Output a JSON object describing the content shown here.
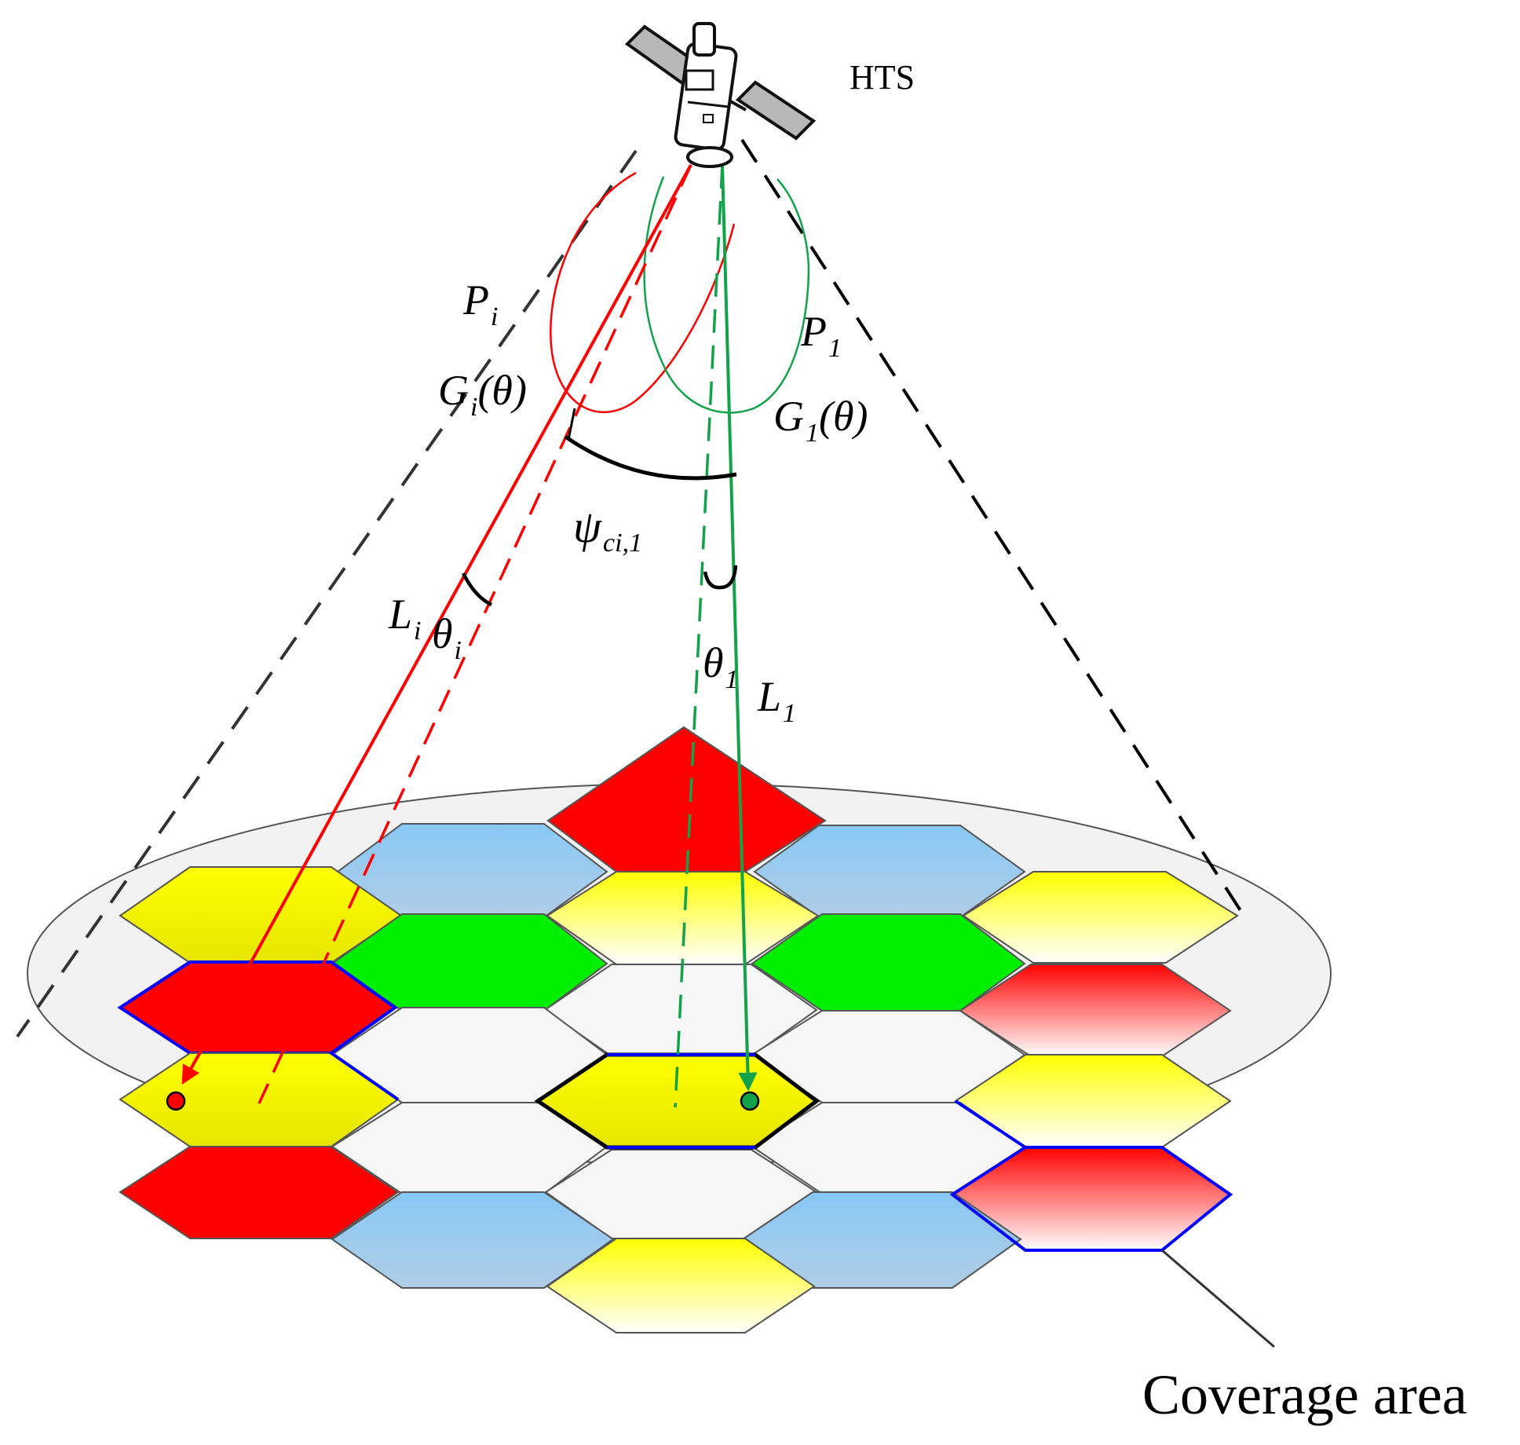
{
  "satellite": {
    "label": "HTS",
    "icon": "satellite-icon"
  },
  "beam_i": {
    "power": {
      "base": "P",
      "sub": "i"
    },
    "gain": {
      "base": "G",
      "sub": "i",
      "arg": "(θ)"
    },
    "path": {
      "base": "L",
      "sub": "i"
    },
    "angle": {
      "base": "θ",
      "sub": "i"
    }
  },
  "beam_1": {
    "power": {
      "base": "P",
      "sub": "1"
    },
    "gain": {
      "base": "G",
      "sub": "1",
      "arg": "(θ)"
    },
    "path": {
      "base": "L",
      "sub": "1"
    },
    "angle": {
      "base": "θ",
      "sub": "1"
    }
  },
  "separation_angle": {
    "base": "ψ",
    "sub": "ci,1"
  },
  "coverage_label": "Coverage area",
  "colors": {
    "red": "#ff0000",
    "blue": "#8ccbf5",
    "yellow": "#ffff00",
    "green": "#00ee00",
    "beam_i": "#ff0000",
    "beam_1": "#12a34a",
    "highlight": "#0000ff"
  }
}
